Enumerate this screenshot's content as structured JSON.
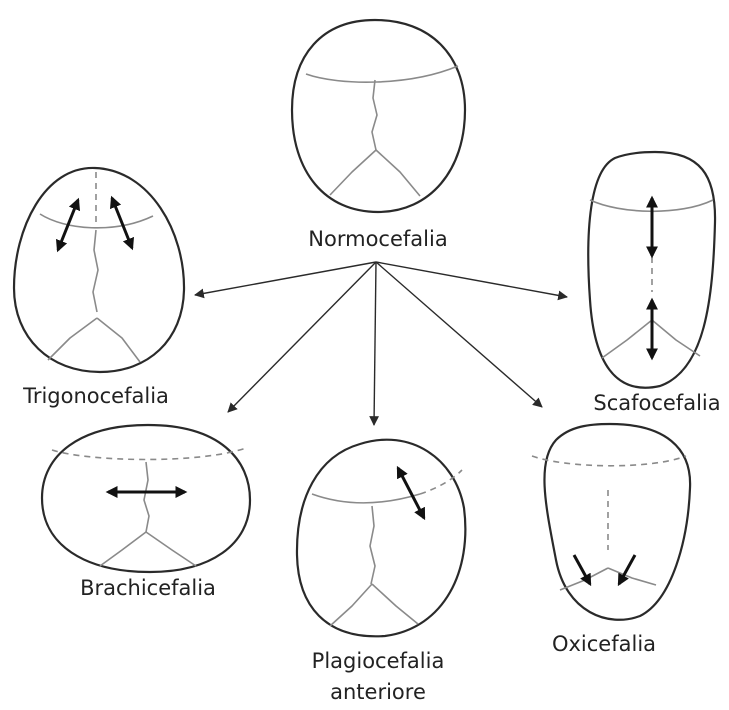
{
  "labels": {
    "normocefalia": "Normocefalia",
    "trigonocefalia": "Trigonocefalia",
    "scafocefalia": "Scafocefalia",
    "brachicefalia": "Brachicefalia",
    "plagiocefalia_line1": "Plagiocefalia",
    "plagiocefalia_line2": "anteriore",
    "oxicefalia": "Oxicefalia"
  },
  "colors": {
    "outline": "#2a2a2a",
    "suture": "#8a8a8a",
    "arrow": "#111111",
    "background": "#ffffff"
  }
}
